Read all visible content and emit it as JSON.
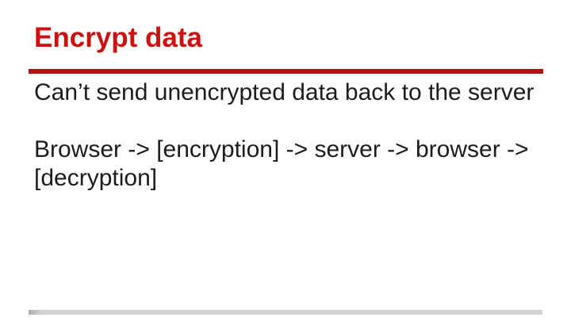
{
  "slide": {
    "title": "Encrypt data",
    "paragraphs": [
      "Can’t send unencrypted data back to the server",
      "Browser -> [encryption] -> server -> browser -> [decryption]"
    ]
  },
  "colors": {
    "title_red": "#cc1111",
    "rule_red": "#b31212",
    "body_text": "#1c1c1c",
    "footer_bar": "#d1d4d1",
    "footer_bar_dark": "#a9ada9"
  }
}
